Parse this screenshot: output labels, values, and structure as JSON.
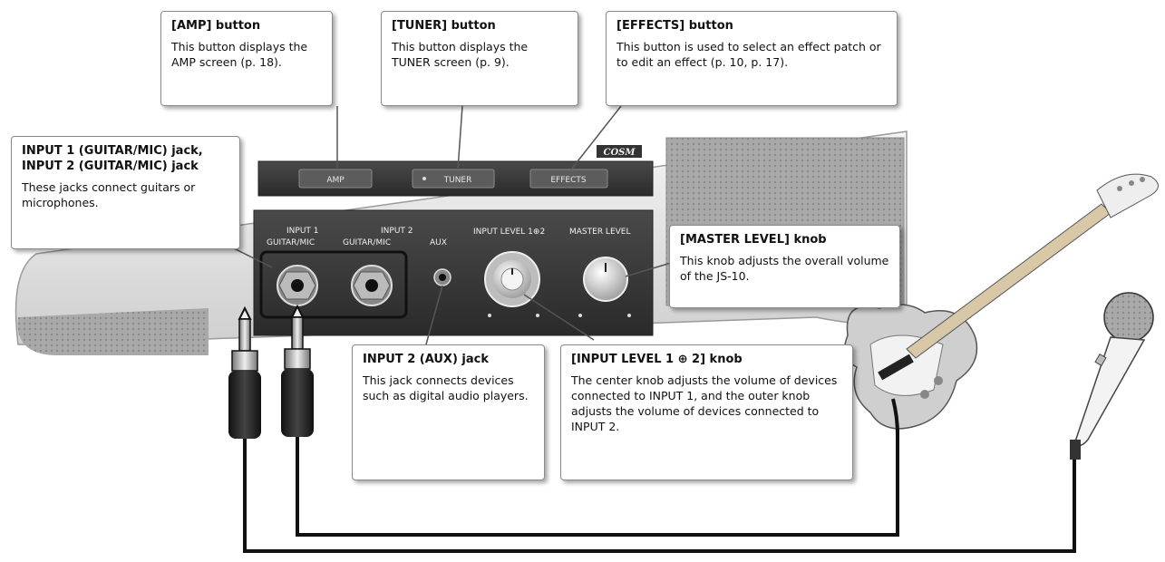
{
  "callouts": {
    "amp": {
      "title": "[AMP] button",
      "desc": "This button displays the AMP screen (p. 18)."
    },
    "tuner": {
      "title": "[TUNER] button",
      "desc": "This button displays the TUNER screen (p. 9)."
    },
    "effects": {
      "title": "[EFFECTS] button",
      "desc": "This button is used to select an effect patch or to edit an effect (p. 10, p. 17)."
    },
    "input_jacks": {
      "title": "INPUT 1 (GUITAR/MIC) jack, INPUT 2 (GUITAR/MIC) jack",
      "desc": "These jacks connect guitars or microphones."
    },
    "master_level": {
      "title": "[MASTER LEVEL] knob",
      "desc": "This knob adjusts the overall volume of the JS-10."
    },
    "aux_jack": {
      "title": "INPUT 2 (AUX) jack",
      "desc": "This jack connects devices such as digital audio players."
    },
    "input_level": {
      "title": "[INPUT LEVEL 1 ⊕ 2] knob",
      "desc": "The center knob adjusts the volume of devices connected to INPUT 1, and the outer knob adjusts the volume of devices connected to INPUT 2."
    }
  },
  "panel": {
    "brand_badge": "COSM",
    "amp_button": "AMP",
    "tuner_button": "TUNER",
    "effects_button": "EFFECTS",
    "input1_label": "INPUT 1",
    "input2_label": "INPUT 2",
    "guitar_mic_1": "GUITAR/MIC",
    "guitar_mic_2": "GUITAR/MIC",
    "aux_label": "AUX",
    "input_level_label": "INPUT LEVEL 1⊕2",
    "master_level_label": "MASTER LEVEL"
  }
}
